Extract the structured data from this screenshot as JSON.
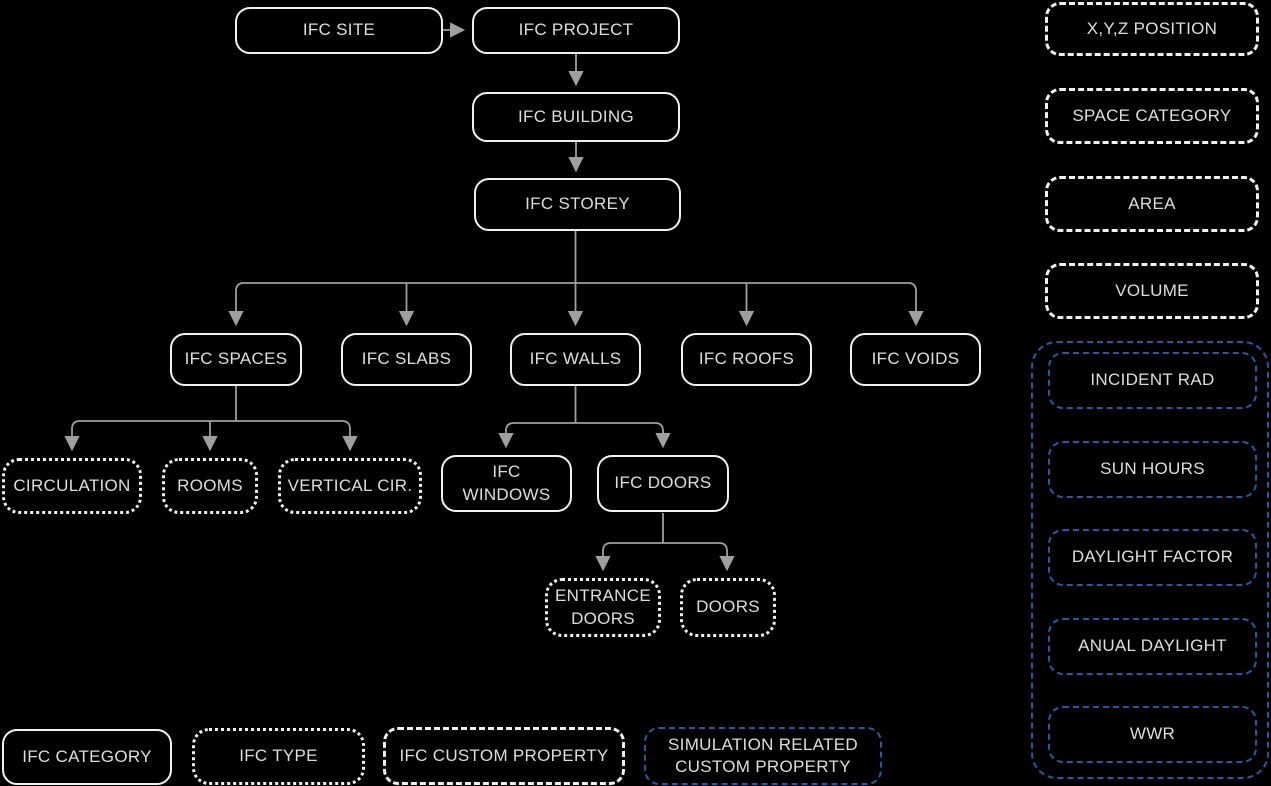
{
  "colors": {
    "background": "#000000",
    "border_light": "#f1f1f1",
    "text": "#dedede",
    "connector": "#9f9f9f",
    "blue_accent": "#1d5da8"
  },
  "hierarchy": {
    "ifc_site": "IFC SITE",
    "ifc_project": "IFC PROJECT",
    "ifc_building": "IFC BUILDING",
    "ifc_storey": "IFC STOREY",
    "ifc_spaces": "IFC SPACES",
    "ifc_slabs": "IFC SLABS",
    "ifc_walls": "IFC WALLS",
    "ifc_roofs": "IFC ROOFS",
    "ifc_voids": "IFC VOIDS",
    "circulation": "CIRCULATION",
    "rooms": "ROOMS",
    "vertical_cir": "VERTICAL CIR.",
    "ifc_windows": "IFC WINDOWS",
    "ifc_doors": "IFC DOORS",
    "entrance_doors": "ENTRANCE DOORS",
    "doors": "DOORS"
  },
  "ifc_custom_properties": {
    "xyz_position": "X,Y,Z POSITION",
    "space_category": "SPACE CATEGORY",
    "area": "AREA",
    "volume": "VOLUME"
  },
  "simulation_properties": {
    "incident_rad": "INCIDENT RAD",
    "sun_hours": "SUN HOURS",
    "daylight_factor": "DAYLIGHT FACTOR",
    "anual_daylight": "ANUAL DAYLIGHT",
    "wwr": "WWR"
  },
  "legend": {
    "ifc_category": "IFC CATEGORY",
    "ifc_type": "IFC TYPE",
    "ifc_custom_property": "IFC CUSTOM PROPERTY",
    "simulation_related_custom_property": "SIMULATION RELATED CUSTOM PROPERTY"
  }
}
